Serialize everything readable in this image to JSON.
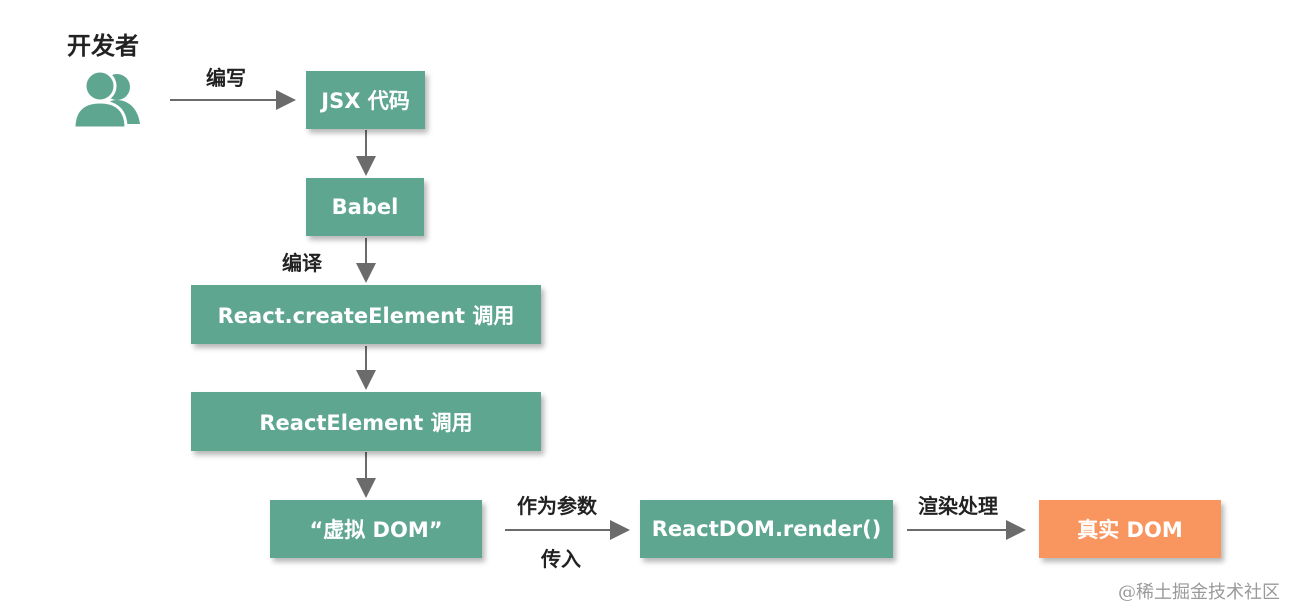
{
  "developer": {
    "title": "开发者",
    "icon": "users-icon"
  },
  "labels": {
    "write": "编写",
    "compile": "编译",
    "as_param": "作为参数",
    "pass_in": "传入",
    "render_process": "渲染处理"
  },
  "nodes": {
    "jsx": "JSX 代码",
    "babel": "Babel",
    "create_element": "React.createElement 调用",
    "react_element": "ReactElement 调用",
    "virtual_dom": "“虚拟 DOM”",
    "reactdom_render": "ReactDOM.render()",
    "real_dom": "真实 DOM"
  },
  "colors": {
    "node": "#5fa690",
    "highlight": "#f9955f",
    "arrow": "#6b6b6b"
  },
  "watermark": "@稀土掘金技术社区"
}
